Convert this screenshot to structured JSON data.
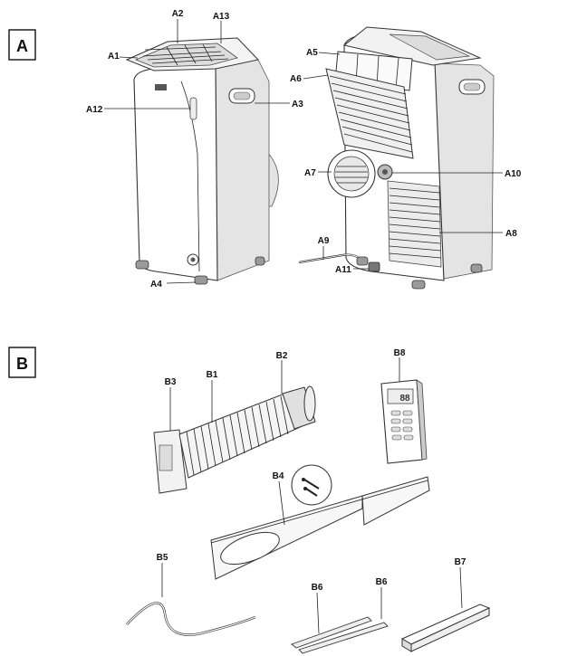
{
  "sections": [
    "A",
    "B"
  ],
  "labels_a": {
    "A1": "A1",
    "A2": "A2",
    "A13": "A13",
    "A12": "A12",
    "A3": "A3",
    "A4": "A4",
    "A5": "A5",
    "A6": "A6",
    "A7": "A7",
    "A8": "A8",
    "A9": "A9",
    "A10": "A10",
    "A11": "A11"
  },
  "labels_b": {
    "B1": "B1",
    "B2": "B2",
    "B3": "B3",
    "B4": "B4",
    "B5": "B5",
    "B6a": "B6",
    "B6b": "B6",
    "B7": "B7",
    "B8": "B8"
  },
  "remote_display": "88"
}
